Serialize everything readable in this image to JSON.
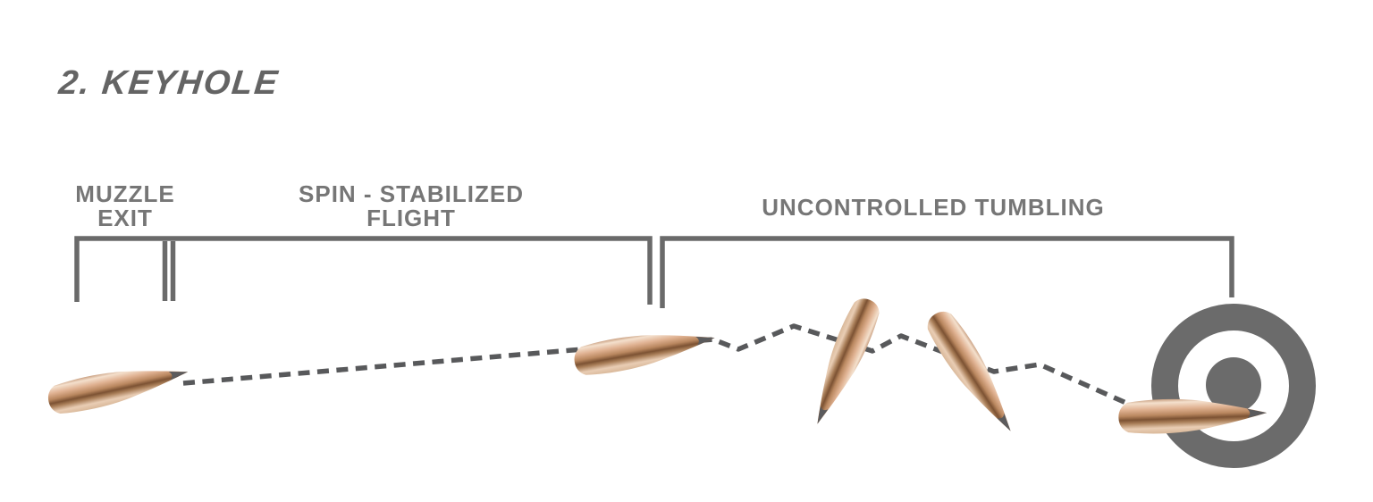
{
  "title": "2. KEYHOLE",
  "phases": [
    {
      "id": "muzzle-exit",
      "label": "MUZZLE\nEXIT"
    },
    {
      "id": "spin-stabilized-flight",
      "label": "SPIN - STABILIZED\nFLIGHT"
    },
    {
      "id": "uncontrolled-tumbling",
      "label": "UNCONTROLLED TUMBLING"
    }
  ],
  "icons": {
    "bullet": "bullet-icon",
    "target": "target-icon",
    "trajectory": "trajectory-dashed-line"
  },
  "colors": {
    "bracket_gray": "#6a6a6a",
    "dash_gray": "#58595b",
    "label_gray": "#767676",
    "title_gray": "#646464",
    "target_gray": "#6b6b6b",
    "bullet_copper_light": "#f2dcc9",
    "bullet_copper_mid": "#b1815d",
    "bullet_copper_dark": "#7a4f31",
    "bullet_tip_gray": "#5b5b5d"
  }
}
